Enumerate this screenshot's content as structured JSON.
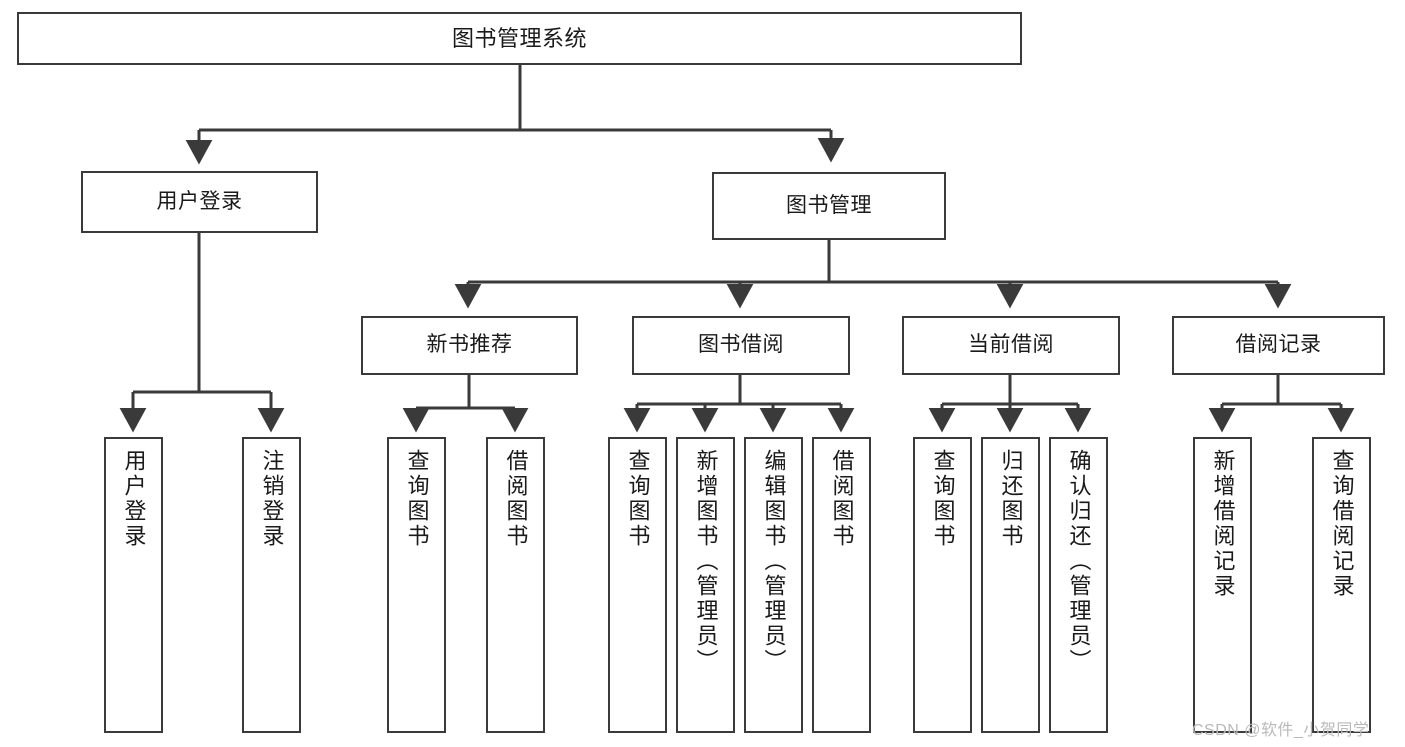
{
  "diagram": {
    "type": "tree-hierarchy",
    "title": "图书管理系统",
    "watermark": "CSDN @软件_小贺同学",
    "colors": {
      "stroke": "#3a3a3a",
      "fill": "#ffffff",
      "text": "#1a1a1a",
      "watermark": "#b9b9b9"
    },
    "nodes": {
      "root": {
        "label": "图书管理系统",
        "level": 1
      },
      "user_login": {
        "label": "用户登录",
        "level": 2
      },
      "book_manage": {
        "label": "图书管理",
        "level": 2
      },
      "new_book_rec": {
        "label": "新书推荐",
        "level": 3
      },
      "book_borrow": {
        "label": "图书借阅",
        "level": 3
      },
      "current_borrow": {
        "label": "当前借阅",
        "level": 3
      },
      "borrow_record": {
        "label": "借阅记录",
        "level": 3
      },
      "leaf_user_login": {
        "label": "用户登录",
        "level": 4
      },
      "leaf_logout": {
        "label": "注销登录",
        "level": 4
      },
      "leaf_query_book_1": {
        "label": "查询图书",
        "level": 4
      },
      "leaf_borrow_book_1": {
        "label": "借阅图书",
        "level": 4
      },
      "leaf_query_book_2": {
        "label": "查询图书",
        "level": 4
      },
      "leaf_add_book": {
        "label": "新增图书（管理员）",
        "level": 4
      },
      "leaf_edit_book": {
        "label": "编辑图书（管理员）",
        "level": 4
      },
      "leaf_borrow_book_2": {
        "label": "借阅图书",
        "level": 4
      },
      "leaf_query_book_3": {
        "label": "查询图书",
        "level": 4
      },
      "leaf_return_book": {
        "label": "归还图书",
        "level": 4
      },
      "leaf_confirm_return": {
        "label": "确认归还（管理员）",
        "level": 4
      },
      "leaf_add_record": {
        "label": "新增借阅记录",
        "level": 4
      },
      "leaf_query_record": {
        "label": "查询借阅记录",
        "level": 4
      }
    },
    "edges": [
      {
        "from": "root",
        "to": "user_login"
      },
      {
        "from": "root",
        "to": "book_manage"
      },
      {
        "from": "user_login",
        "to": "leaf_user_login"
      },
      {
        "from": "user_login",
        "to": "leaf_logout"
      },
      {
        "from": "book_manage",
        "to": "new_book_rec"
      },
      {
        "from": "book_manage",
        "to": "book_borrow"
      },
      {
        "from": "book_manage",
        "to": "current_borrow"
      },
      {
        "from": "book_manage",
        "to": "borrow_record"
      },
      {
        "from": "new_book_rec",
        "to": "leaf_query_book_1"
      },
      {
        "from": "new_book_rec",
        "to": "leaf_borrow_book_1"
      },
      {
        "from": "book_borrow",
        "to": "leaf_query_book_2"
      },
      {
        "from": "book_borrow",
        "to": "leaf_add_book"
      },
      {
        "from": "book_borrow",
        "to": "leaf_edit_book"
      },
      {
        "from": "book_borrow",
        "to": "leaf_borrow_book_2"
      },
      {
        "from": "current_borrow",
        "to": "leaf_query_book_3"
      },
      {
        "from": "current_borrow",
        "to": "leaf_return_book"
      },
      {
        "from": "current_borrow",
        "to": "leaf_confirm_return"
      },
      {
        "from": "borrow_record",
        "to": "leaf_add_record"
      },
      {
        "from": "borrow_record",
        "to": "leaf_query_record"
      }
    ]
  }
}
